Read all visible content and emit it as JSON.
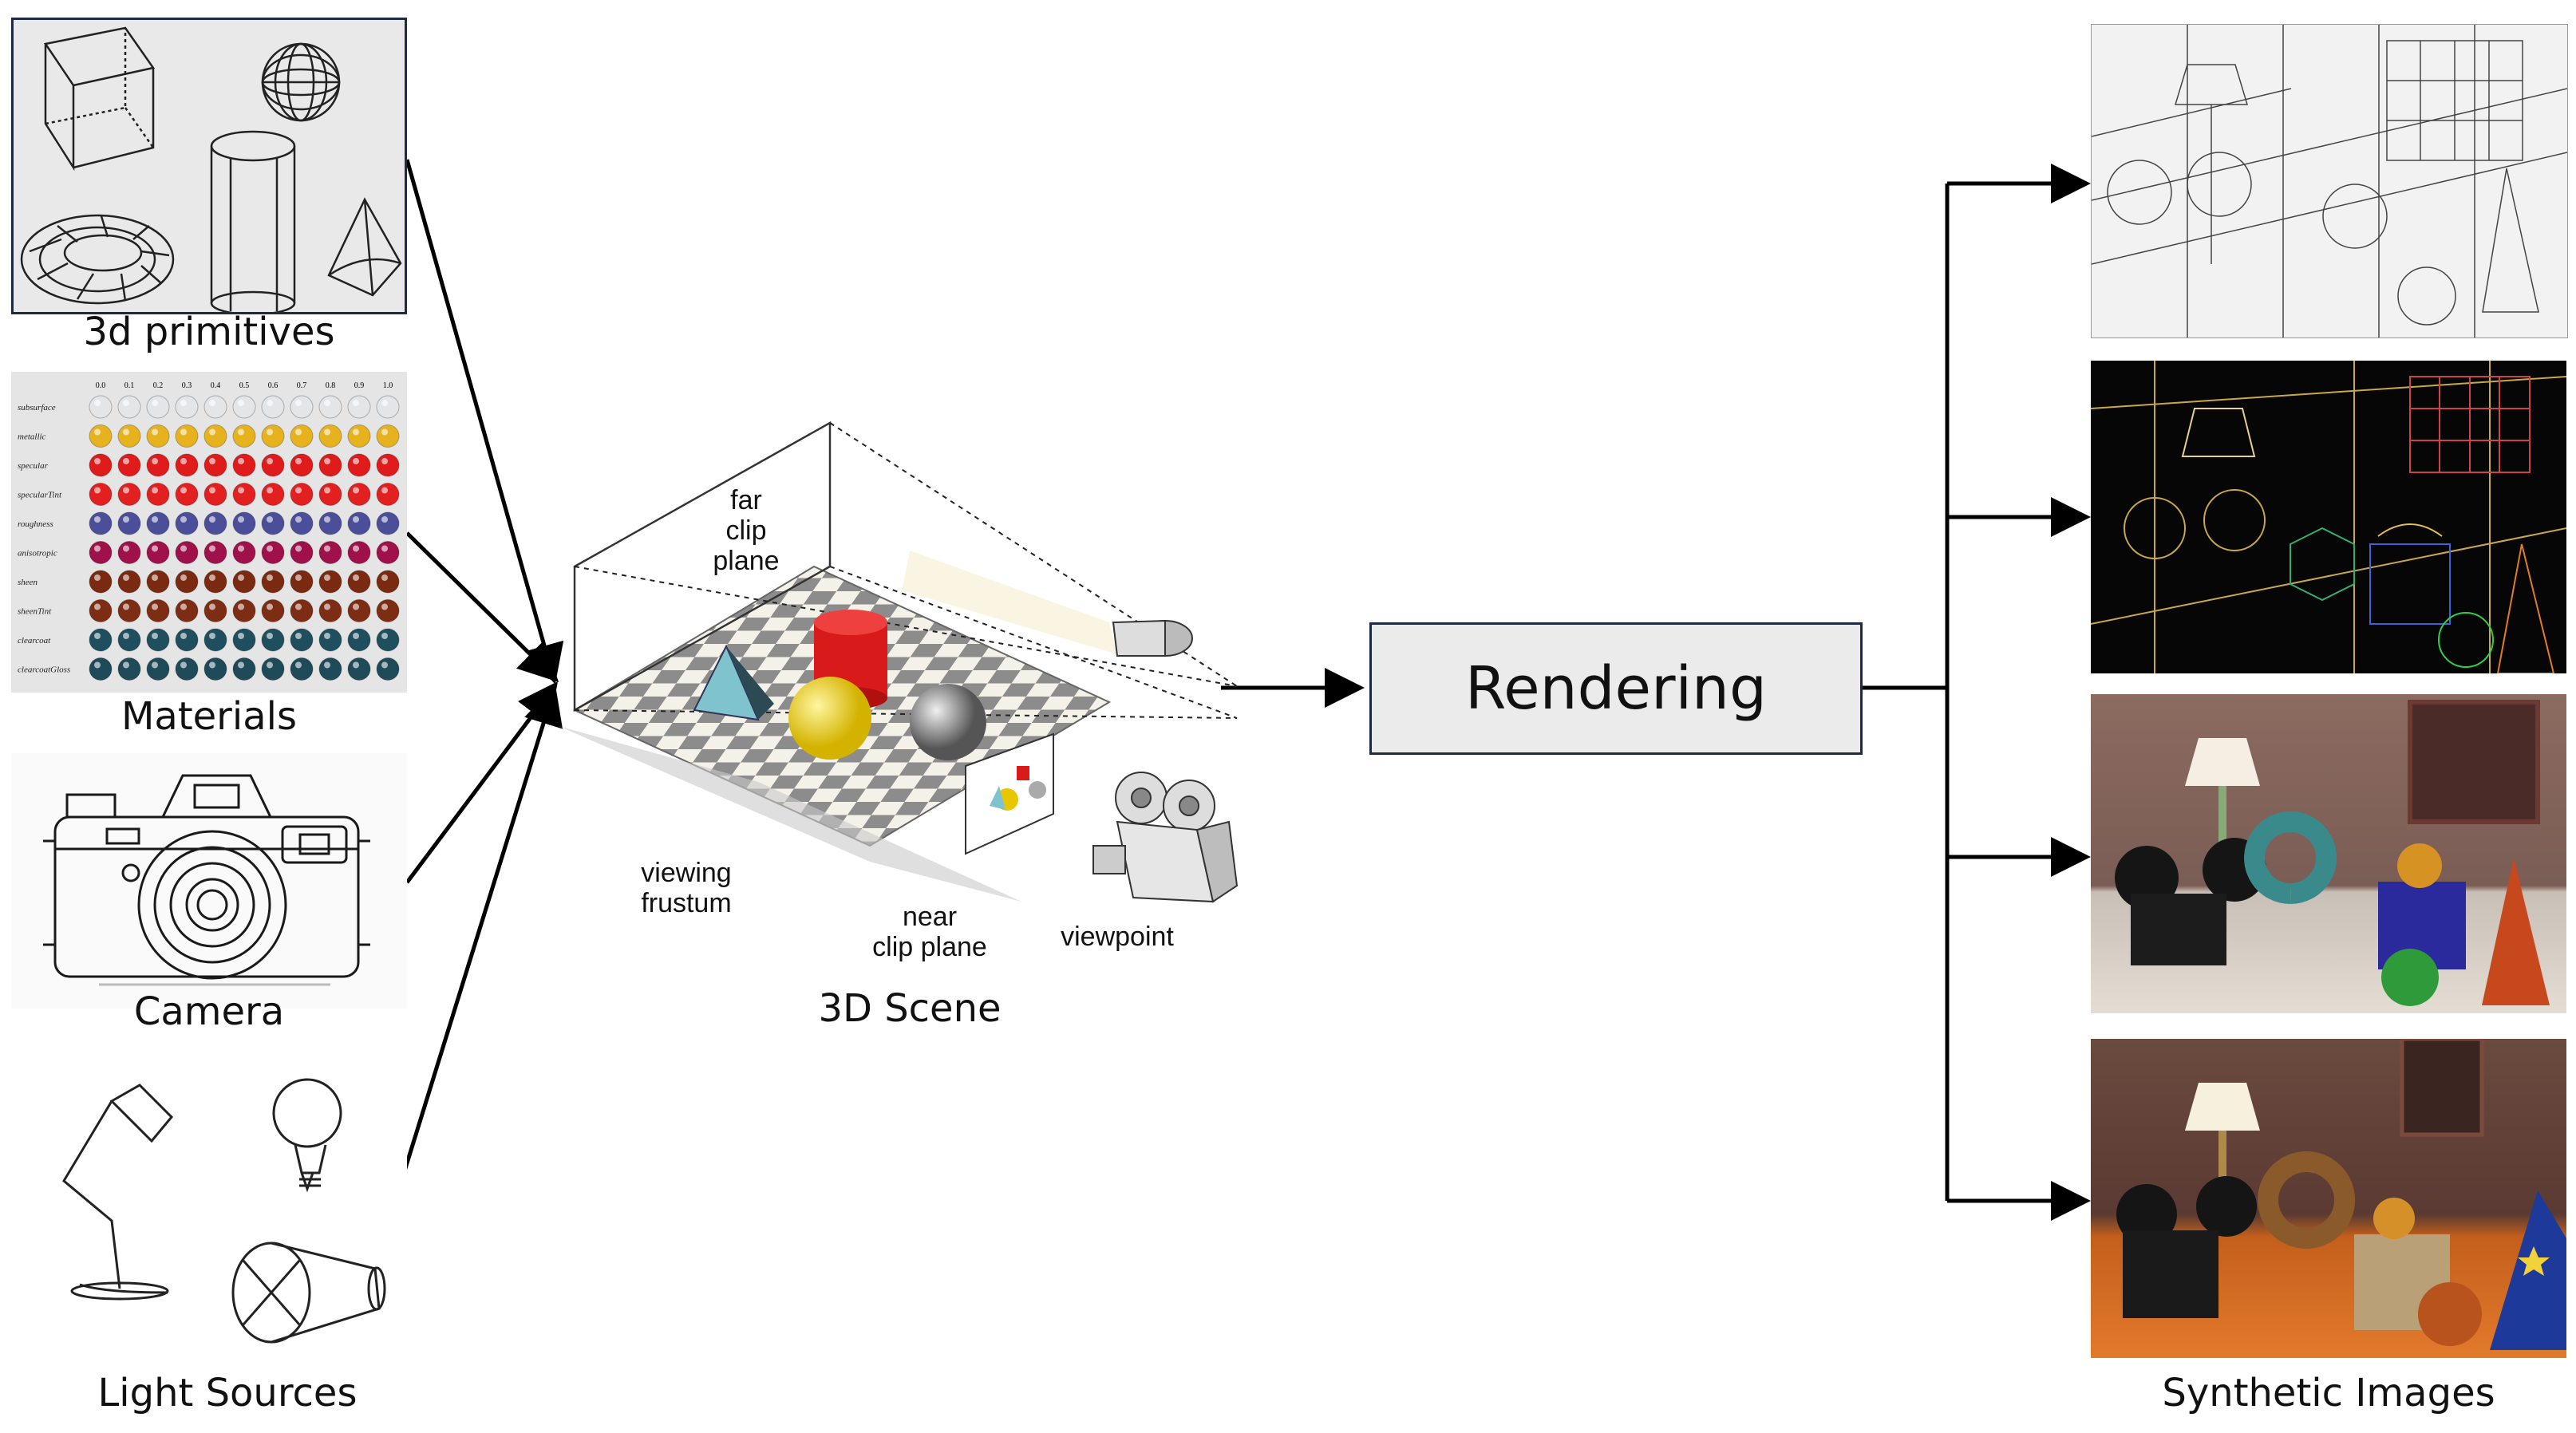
{
  "inputs": {
    "primitives_label": "3d primitives",
    "materials_label": "Materials",
    "camera_label": "Camera",
    "lights_label": "Light Sources"
  },
  "materials": {
    "columns": [
      "0.0",
      "0.1",
      "0.2",
      "0.3",
      "0.4",
      "0.5",
      "0.6",
      "0.7",
      "0.8",
      "0.9",
      "1.0"
    ],
    "rows": [
      {
        "name": "subsurface",
        "color": "#e3e6e8"
      },
      {
        "name": "metallic",
        "color": "#e6b21e"
      },
      {
        "name": "specular",
        "color": "#e01b1b"
      },
      {
        "name": "specularTint",
        "color": "#e22020"
      },
      {
        "name": "roughness",
        "color": "#4b4f9a"
      },
      {
        "name": "anisotropic",
        "color": "#a0104a"
      },
      {
        "name": "sheen",
        "color": "#7a2a10"
      },
      {
        "name": "sheenTint",
        "color": "#7d2d14"
      },
      {
        "name": "clearcoat",
        "color": "#1f4f5e"
      },
      {
        "name": "clearcoatGloss",
        "color": "#1e4a5a"
      }
    ]
  },
  "scene": {
    "far_clip": "far\nclip\nplane",
    "viewing_frustum": "viewing\nfrustum",
    "near_clip": "near\nclip plane",
    "viewpoint": "viewpoint",
    "caption": "3D Scene"
  },
  "process": {
    "rendering_label": "Rendering"
  },
  "outputs": {
    "caption": "Synthetic Images"
  }
}
